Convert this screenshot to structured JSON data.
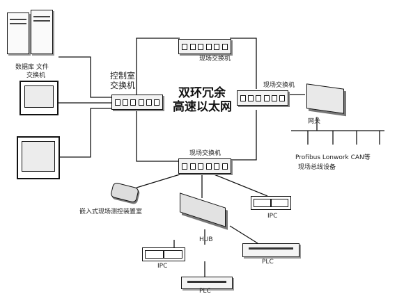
{
  "diagram": {
    "core_label_line1": "双环冗余",
    "core_label_line2": "高速以太网",
    "control_switch_line1": "控制室",
    "control_switch_line2": "交换机",
    "server_label_line1": "数据库 文件",
    "server_label_line2": "交换机",
    "field_switch_top": "现场交换机",
    "field_switch_right": "现场交换机",
    "field_switch_bottom": "现场交换机",
    "gateway_label": "网关",
    "fieldbus_line1": "Profibus  Lonwork  CAN等",
    "fieldbus_line2": "现场总线设备",
    "embedded_label": "嵌入式现场测控装置室",
    "ipc_right_label": "IPC",
    "ipc_left_label": "IPC",
    "hub_label": "HUB",
    "plc_right_label": "PLC",
    "plc_bottom_label": "PLC"
  }
}
